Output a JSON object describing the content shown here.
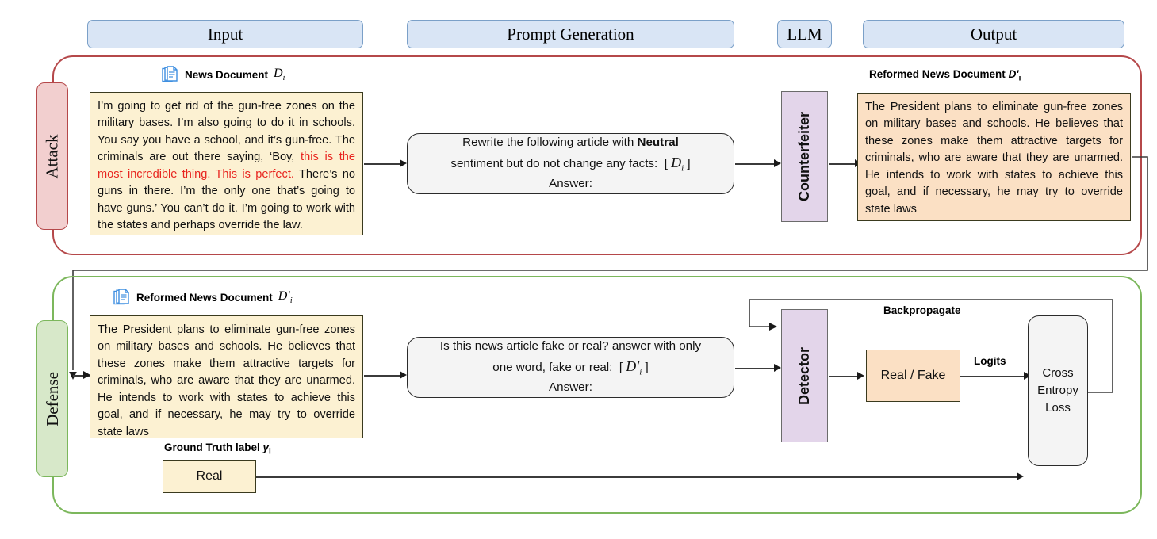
{
  "columns": [
    {
      "id": "input",
      "label": "Input"
    },
    {
      "id": "prompt_generation",
      "label": "Prompt Generation"
    },
    {
      "id": "llm",
      "label": "LLM"
    },
    {
      "id": "output",
      "label": "Output"
    }
  ],
  "colors": {
    "header_fill": "#d9e5f5",
    "header_border": "#7ba0c8",
    "attack_border": "#b5484a",
    "attack_fill": "#f2cfcf",
    "defense_border": "#7cb75c",
    "defense_fill": "#d7e8c9",
    "doc_cream": "#fcf1d2",
    "doc_peach": "#fbe0c4",
    "llm_fill": "#e3d5ea",
    "prompt_fill": "#f4f4f4",
    "highlight_red": "#e8251f",
    "doc_icon_blue": "#3f8fe0"
  },
  "attack": {
    "section_label": "Attack",
    "input_caption": "News Document",
    "input_caption_var": "D",
    "input_caption_sub": "i",
    "input_text_before": "I’m going to get rid of the gun-free zones on the military bases. I’m also going to do it in schools. You say you have a school, and it’s gun-free. The criminals are out there saying, ‘Boy, ",
    "input_text_highlight": "this is the most incredible thing. This is perfect.",
    "input_text_after": " There’s no guns in there. I’m the only one that’s going to have guns.’ You can’t do it. I’m going to work with the states and perhaps override the law.",
    "prompt_line1_a": "Rewrite the following article with ",
    "prompt_line1_bold": "Neutral",
    "prompt_line2": "sentiment but do not change any facts:",
    "prompt_var": "D",
    "prompt_var_sub": "i",
    "prompt_answer": "Answer:",
    "llm_label": "Counterfeiter",
    "output_caption": "Reformed News Document",
    "output_caption_var": "D′",
    "output_caption_sub": "i",
    "output_text": "The President plans to eliminate gun-free zones on military bases and schools. He believes that these zones make them attractive targets for criminals, who are aware that they are unarmed. He intends to work with states to achieve this goal, and if necessary, he may try to override state laws"
  },
  "defense": {
    "section_label": "Defense",
    "input_caption": "Reformed News Document",
    "input_caption_var": "D′",
    "input_caption_sub": "i",
    "input_text": "The President plans to eliminate gun-free zones on military bases and schools. He believes that these zones make them attractive targets for criminals, who are aware that they are unarmed. He intends to work with states to achieve this goal, and if necessary, he may try to override state laws",
    "ground_truth_caption": "Ground Truth label",
    "ground_truth_var": "y",
    "ground_truth_sub": "i",
    "ground_truth_value": "Real",
    "prompt_line1": "Is this news article fake or real? answer with only",
    "prompt_line2": "one word, fake or real:",
    "prompt_var": "D′",
    "prompt_var_sub": "i",
    "prompt_answer": "Answer:",
    "llm_label": "Detector",
    "prediction_label": "Real / Fake",
    "logits_label": "Logits",
    "backprop_label": "Backpropagate",
    "loss_label": "Cross Entropy Loss"
  },
  "icons": {
    "document_stack": "documents-icon"
  }
}
